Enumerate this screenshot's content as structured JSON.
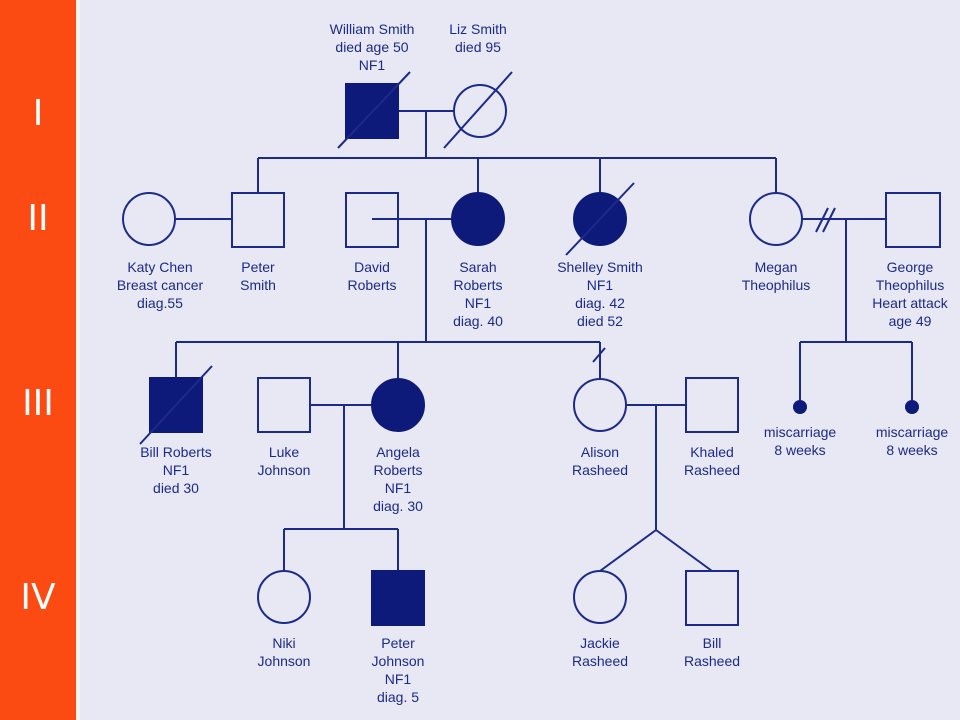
{
  "colors": {
    "sidebar": "#fb4b13",
    "line": "#1c2a8c",
    "affected": "#0d1a7a",
    "background": "#e7e8f3"
  },
  "generations": [
    "I",
    "II",
    "III",
    "IV"
  ],
  "people": {
    "william": "William Smith\ndied age 50\nNF1",
    "liz": "Liz Smith\ndied 95",
    "katy": "Katy Chen\nBreast cancer\ndiag.55",
    "peter_s": "Peter\nSmith",
    "david": "David\nRoberts",
    "sarah": "Sarah\nRoberts\nNF1\ndiag. 40",
    "shelley": "Shelley Smith\nNF1\ndiag. 42\ndied 52",
    "megan": "Megan\nTheophilus",
    "george": "George\nTheophilus\nHeart attack\nage 49",
    "bill_r": "Bill Roberts\nNF1\ndied 30",
    "luke": "Luke\nJohnson",
    "angela": "Angela\nRoberts\nNF1\ndiag. 30",
    "alison": "Alison\nRasheed",
    "khaled": "Khaled\nRasheed",
    "miscarriage1": "miscarriage\n8 weeks",
    "miscarriage2": "miscarriage\n8 weeks",
    "niki": "Niki\nJohnson",
    "peter_j": "Peter\nJohnson\nNF1\ndiag. 5",
    "jackie": "Jackie\nRasheed",
    "bill_ra": "Bill\nRasheed"
  }
}
